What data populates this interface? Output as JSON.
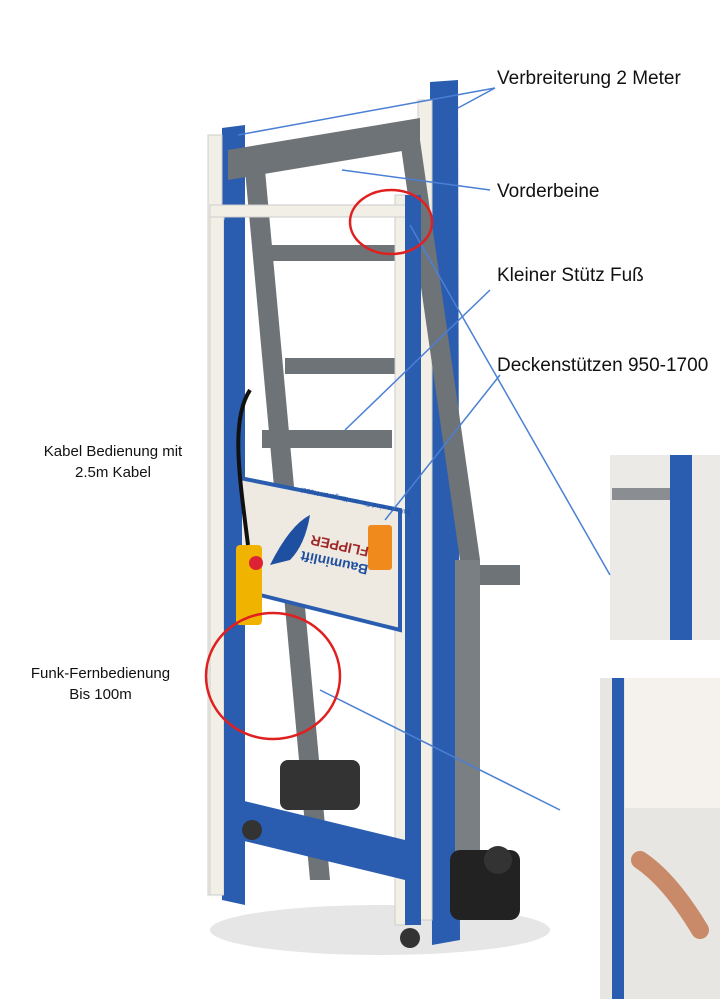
{
  "labels": {
    "widening": "Verbreiterung 2 Meter",
    "front_legs": "Vorderbeine",
    "small_foot": "Kleiner Stütz Fuß",
    "ceiling_supports": "Deckenstützen 950-1700",
    "cable_control_1": "Kabel Bedienung mit",
    "cable_control_2": "2.5m Kabel",
    "radio_remote_1": "Funk-Fernbedienung",
    "radio_remote_2": "Bis 100m"
  },
  "sign": {
    "brand_line1": "Bauminlift",
    "brand_line2": "FLIPPER",
    "slogan": "mit uns sind Sie am längeren Hebel"
  },
  "colors": {
    "frame_blue": "#2a5db0",
    "leg_grey": "#6e7378",
    "arrow_blue": "#4a7fd4",
    "circle_red": "#e02020"
  }
}
